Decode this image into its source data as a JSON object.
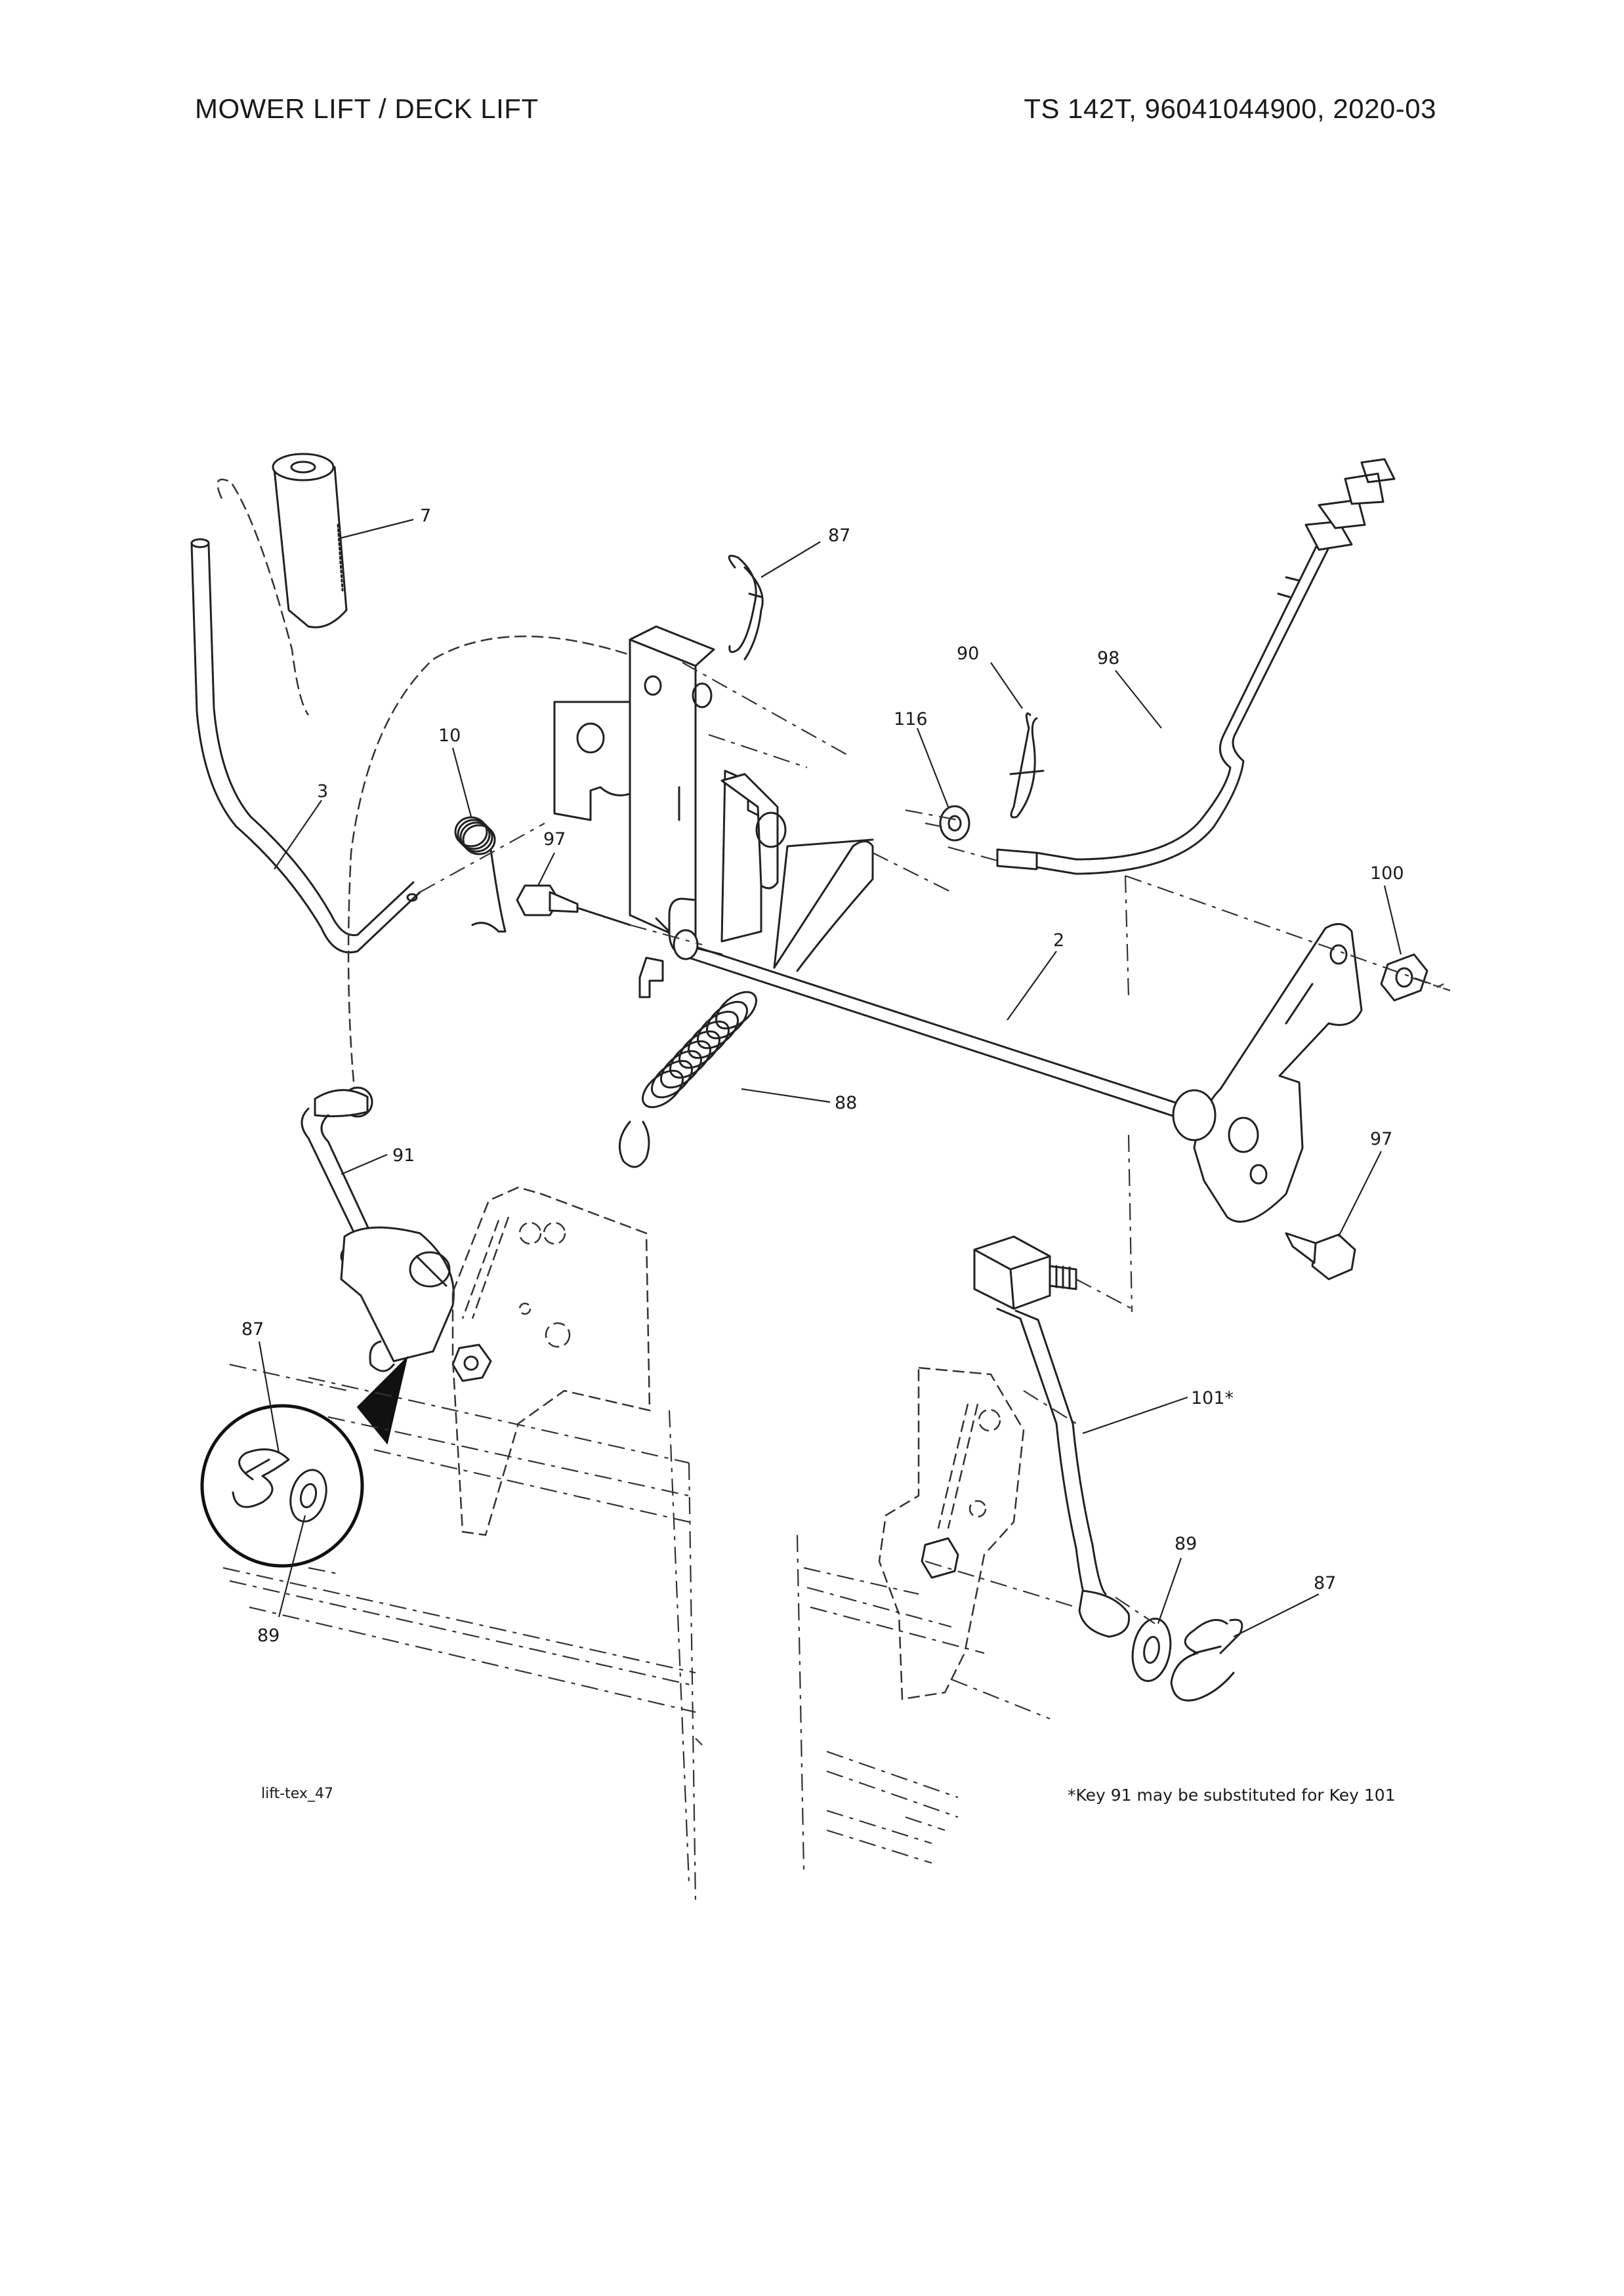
{
  "header": {
    "title": "MOWER LIFT / DECK LIFT",
    "model": "TS 142T, 96041044900, 2020-03"
  },
  "callouts": {
    "c7": "7",
    "c87a": "87",
    "c90": "90",
    "c98": "98",
    "c116": "116",
    "c10": "10",
    "c3": "3",
    "c97a": "97",
    "c100": "100",
    "c2": "2",
    "c88": "88",
    "c97b": "97",
    "c91": "91",
    "c87b": "87",
    "c89a": "89",
    "c101": "101*",
    "c89b": "89",
    "c87c": "87"
  },
  "footer": {
    "figure_code": "lift-tex_47",
    "note": "*Key 91 may be substituted for Key 101"
  }
}
